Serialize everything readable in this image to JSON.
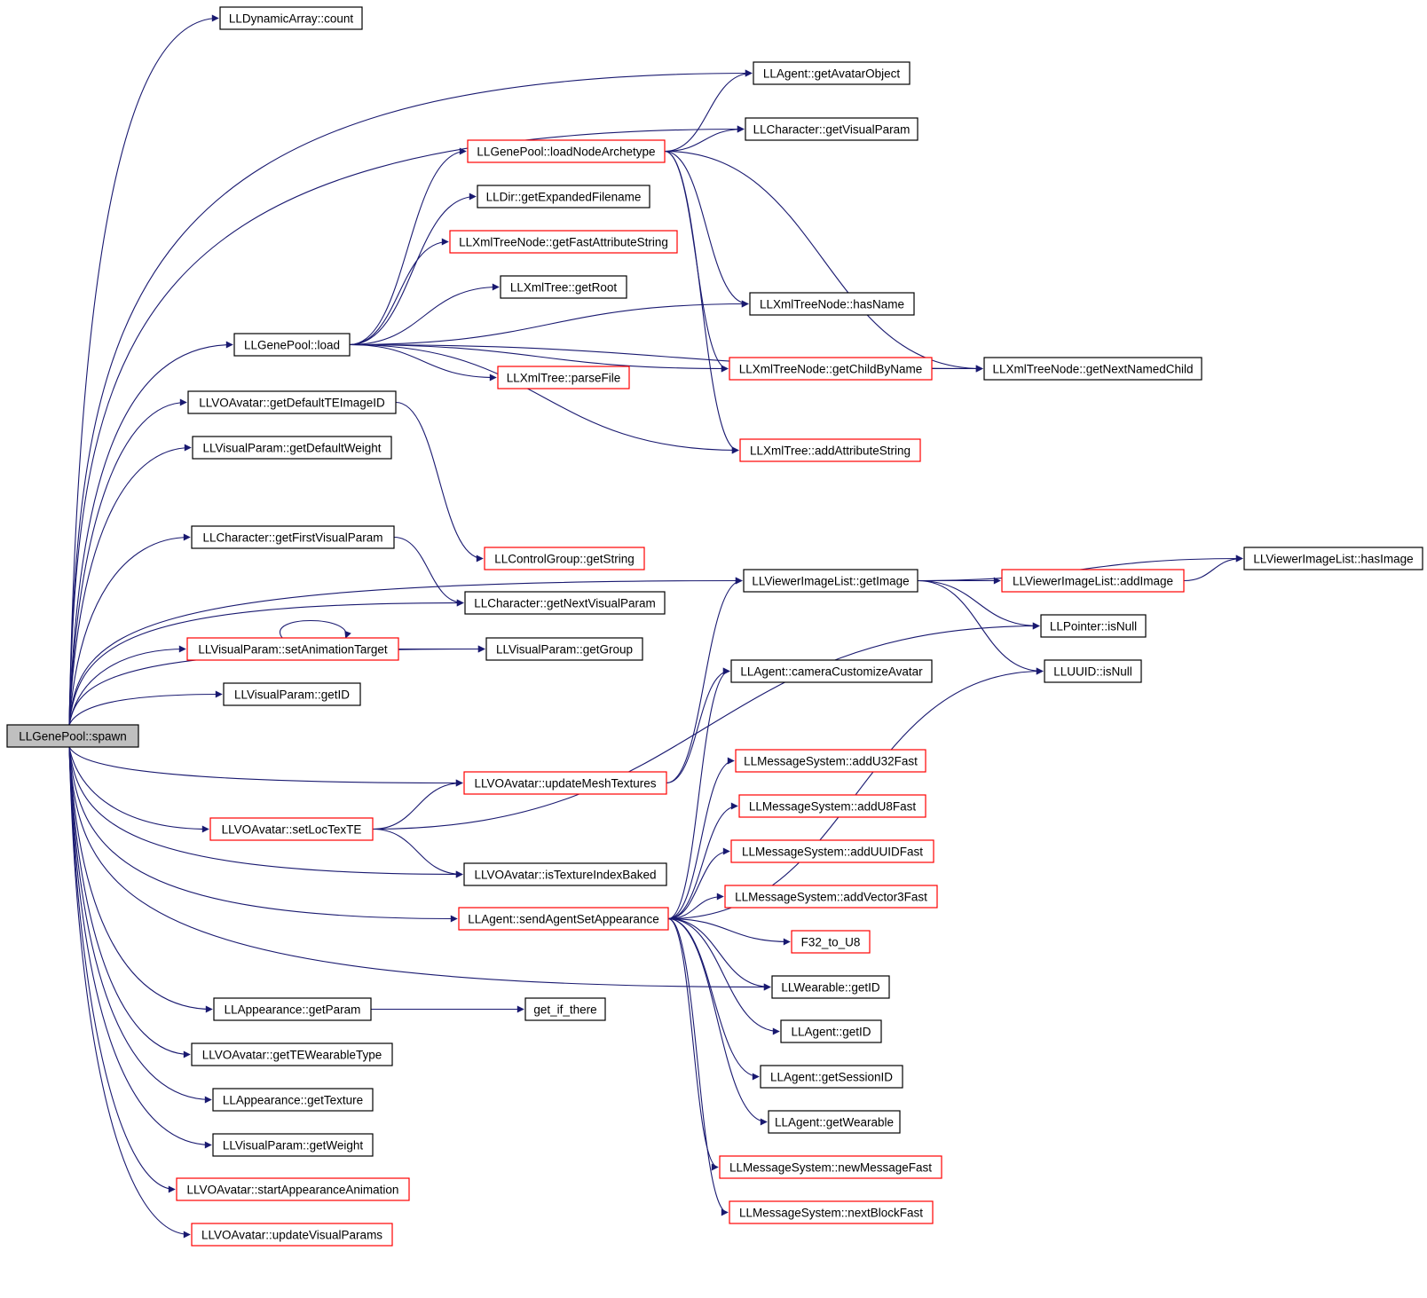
{
  "colors": {
    "edge": "#191970",
    "root_fill": "#bfbfbf",
    "node_border_normal": "#000000",
    "node_border_red": "#ff0000",
    "background": "#ffffff"
  },
  "nodes": [
    {
      "id": "spawn",
      "label": "LLGenePool::spawn",
      "style": "root"
    },
    {
      "id": "count",
      "label": "LLDynamicArray::count",
      "style": "black"
    },
    {
      "id": "getAvatarObject",
      "label": "LLAgent::getAvatarObject",
      "style": "black"
    },
    {
      "id": "getVisualParam",
      "label": "LLCharacter::getVisualParam",
      "style": "black"
    },
    {
      "id": "loadNodeArchetype",
      "label": "LLGenePool::loadNodeArchetype",
      "style": "red"
    },
    {
      "id": "getExpandedFilename",
      "label": "LLDir::getExpandedFilename",
      "style": "black"
    },
    {
      "id": "getFastAttributeString",
      "label": "LLXmlTreeNode::getFastAttributeString",
      "style": "red"
    },
    {
      "id": "getRoot",
      "label": "LLXmlTree::getRoot",
      "style": "black"
    },
    {
      "id": "hasName",
      "label": "LLXmlTreeNode::hasName",
      "style": "black"
    },
    {
      "id": "load",
      "label": "LLGenePool::load",
      "style": "black"
    },
    {
      "id": "parseFile",
      "label": "LLXmlTree::parseFile",
      "style": "red"
    },
    {
      "id": "getChildByName",
      "label": "LLXmlTreeNode::getChildByName",
      "style": "red"
    },
    {
      "id": "getNextNamedChild",
      "label": "LLXmlTreeNode::getNextNamedChild",
      "style": "black"
    },
    {
      "id": "getDefaultTEImageID",
      "label": "LLVOAvatar::getDefaultTEImageID",
      "style": "black"
    },
    {
      "id": "addAttributeString",
      "label": "LLXmlTree::addAttributeString",
      "style": "red"
    },
    {
      "id": "getDefaultWeight",
      "label": "LLVisualParam::getDefaultWeight",
      "style": "black"
    },
    {
      "id": "getFirstVisualParam",
      "label": "LLCharacter::getFirstVisualParam",
      "style": "black"
    },
    {
      "id": "getString",
      "label": "LLControlGroup::getString",
      "style": "red"
    },
    {
      "id": "hasImage",
      "label": "LLViewerImageList::hasImage",
      "style": "black"
    },
    {
      "id": "getImage",
      "label": "LLViewerImageList::getImage",
      "style": "black"
    },
    {
      "id": "addImage",
      "label": "LLViewerImageList::addImage",
      "style": "red"
    },
    {
      "id": "getNextVisualParam",
      "label": "LLCharacter::getNextVisualParam",
      "style": "black"
    },
    {
      "id": "ptrIsNull",
      "label": "LLPointer::isNull",
      "style": "black"
    },
    {
      "id": "setAnimationTarget",
      "label": "LLVisualParam::setAnimationTarget",
      "style": "red"
    },
    {
      "id": "getGroup",
      "label": "LLVisualParam::getGroup",
      "style": "black"
    },
    {
      "id": "uuidIsNull",
      "label": "LLUUID::isNull",
      "style": "black"
    },
    {
      "id": "cameraCustomizeAvatar",
      "label": "LLAgent::cameraCustomizeAvatar",
      "style": "black"
    },
    {
      "id": "vpGetID",
      "label": "LLVisualParam::getID",
      "style": "black"
    },
    {
      "id": "addU32Fast",
      "label": "LLMessageSystem::addU32Fast",
      "style": "red"
    },
    {
      "id": "updateMeshTextures",
      "label": "LLVOAvatar::updateMeshTextures",
      "style": "red"
    },
    {
      "id": "addU8Fast",
      "label": "LLMessageSystem::addU8Fast",
      "style": "red"
    },
    {
      "id": "setLocTexTE",
      "label": "LLVOAvatar::setLocTexTE",
      "style": "red"
    },
    {
      "id": "addUUIDFast",
      "label": "LLMessageSystem::addUUIDFast",
      "style": "red"
    },
    {
      "id": "isTextureIndexBaked",
      "label": "LLVOAvatar::isTextureIndexBaked",
      "style": "black"
    },
    {
      "id": "addVector3Fast",
      "label": "LLMessageSystem::addVector3Fast",
      "style": "red"
    },
    {
      "id": "sendAgentSetAppearance",
      "label": "LLAgent::sendAgentSetAppearance",
      "style": "red"
    },
    {
      "id": "f32ToU8",
      "label": "F32_to_U8",
      "style": "red"
    },
    {
      "id": "wearableGetID",
      "label": "LLWearable::getID",
      "style": "black"
    },
    {
      "id": "getParam",
      "label": "LLAppearance::getParam",
      "style": "black"
    },
    {
      "id": "getIfThere",
      "label": "get_if_there",
      "style": "black"
    },
    {
      "id": "agentGetID",
      "label": "LLAgent::getID",
      "style": "black"
    },
    {
      "id": "getTEWearableType",
      "label": "LLVOAvatar::getTEWearableType",
      "style": "black"
    },
    {
      "id": "getSessionID",
      "label": "LLAgent::getSessionID",
      "style": "black"
    },
    {
      "id": "getTexture",
      "label": "LLAppearance::getTexture",
      "style": "black"
    },
    {
      "id": "getWearable",
      "label": "LLAgent::getWearable",
      "style": "black"
    },
    {
      "id": "getWeight",
      "label": "LLVisualParam::getWeight",
      "style": "black"
    },
    {
      "id": "newMessageFast",
      "label": "LLMessageSystem::newMessageFast",
      "style": "red"
    },
    {
      "id": "startAppearanceAnimation",
      "label": "LLVOAvatar::startAppearanceAnimation",
      "style": "red"
    },
    {
      "id": "nextBlockFast",
      "label": "LLMessageSystem::nextBlockFast",
      "style": "red"
    },
    {
      "id": "updateVisualParams",
      "label": "LLVOAvatar::updateVisualParams",
      "style": "red"
    }
  ],
  "edges": [
    [
      "spawn",
      "count"
    ],
    [
      "spawn",
      "getAvatarObject"
    ],
    [
      "spawn",
      "getVisualParam"
    ],
    [
      "spawn",
      "load"
    ],
    [
      "spawn",
      "getDefaultTEImageID"
    ],
    [
      "spawn",
      "getDefaultWeight"
    ],
    [
      "spawn",
      "getFirstVisualParam"
    ],
    [
      "spawn",
      "getNextVisualParam"
    ],
    [
      "spawn",
      "getGroup"
    ],
    [
      "spawn",
      "setAnimationTarget"
    ],
    [
      "spawn",
      "vpGetID"
    ],
    [
      "spawn",
      "getImage"
    ],
    [
      "spawn",
      "updateMeshTextures"
    ],
    [
      "spawn",
      "setLocTexTE"
    ],
    [
      "spawn",
      "isTextureIndexBaked"
    ],
    [
      "spawn",
      "sendAgentSetAppearance"
    ],
    [
      "spawn",
      "wearableGetID"
    ],
    [
      "spawn",
      "getParam"
    ],
    [
      "spawn",
      "getTEWearableType"
    ],
    [
      "spawn",
      "getTexture"
    ],
    [
      "spawn",
      "getWeight"
    ],
    [
      "spawn",
      "startAppearanceAnimation"
    ],
    [
      "spawn",
      "updateVisualParams"
    ],
    [
      "load",
      "loadNodeArchetype"
    ],
    [
      "load",
      "getExpandedFilename"
    ],
    [
      "load",
      "getFastAttributeString"
    ],
    [
      "load",
      "getRoot"
    ],
    [
      "load",
      "hasName"
    ],
    [
      "load",
      "parseFile"
    ],
    [
      "load",
      "getChildByName"
    ],
    [
      "load",
      "addAttributeString"
    ],
    [
      "load",
      "getNextNamedChild"
    ],
    [
      "loadNodeArchetype",
      "getAvatarObject"
    ],
    [
      "loadNodeArchetype",
      "getVisualParam"
    ],
    [
      "loadNodeArchetype",
      "hasName"
    ],
    [
      "loadNodeArchetype",
      "getChildByName"
    ],
    [
      "loadNodeArchetype",
      "getNextNamedChild"
    ],
    [
      "loadNodeArchetype",
      "addAttributeString"
    ],
    [
      "getChildByName",
      "getNextNamedChild"
    ],
    [
      "getDefaultTEImageID",
      "getString"
    ],
    [
      "getFirstVisualParam",
      "getNextVisualParam"
    ],
    [
      "setAnimationTarget",
      "setAnimationTarget"
    ],
    [
      "setAnimationTarget",
      "getGroup"
    ],
    [
      "getImage",
      "hasImage"
    ],
    [
      "getImage",
      "addImage"
    ],
    [
      "getImage",
      "ptrIsNull"
    ],
    [
      "getImage",
      "uuidIsNull"
    ],
    [
      "addImage",
      "hasImage"
    ],
    [
      "updateMeshTextures",
      "getImage"
    ],
    [
      "updateMeshTextures",
      "cameraCustomizeAvatar"
    ],
    [
      "setLocTexTE",
      "updateMeshTextures"
    ],
    [
      "setLocTexTE",
      "isTextureIndexBaked"
    ],
    [
      "setLocTexTE",
      "ptrIsNull"
    ],
    [
      "sendAgentSetAppearance",
      "cameraCustomizeAvatar"
    ],
    [
      "sendAgentSetAppearance",
      "addU32Fast"
    ],
    [
      "sendAgentSetAppearance",
      "addU8Fast"
    ],
    [
      "sendAgentSetAppearance",
      "addUUIDFast"
    ],
    [
      "sendAgentSetAppearance",
      "addVector3Fast"
    ],
    [
      "sendAgentSetAppearance",
      "f32ToU8"
    ],
    [
      "sendAgentSetAppearance",
      "wearableGetID"
    ],
    [
      "sendAgentSetAppearance",
      "agentGetID"
    ],
    [
      "sendAgentSetAppearance",
      "getSessionID"
    ],
    [
      "sendAgentSetAppearance",
      "getWearable"
    ],
    [
      "sendAgentSetAppearance",
      "newMessageFast"
    ],
    [
      "sendAgentSetAppearance",
      "nextBlockFast"
    ],
    [
      "sendAgentSetAppearance",
      "uuidIsNull"
    ],
    [
      "getParam",
      "getIfThere"
    ]
  ]
}
